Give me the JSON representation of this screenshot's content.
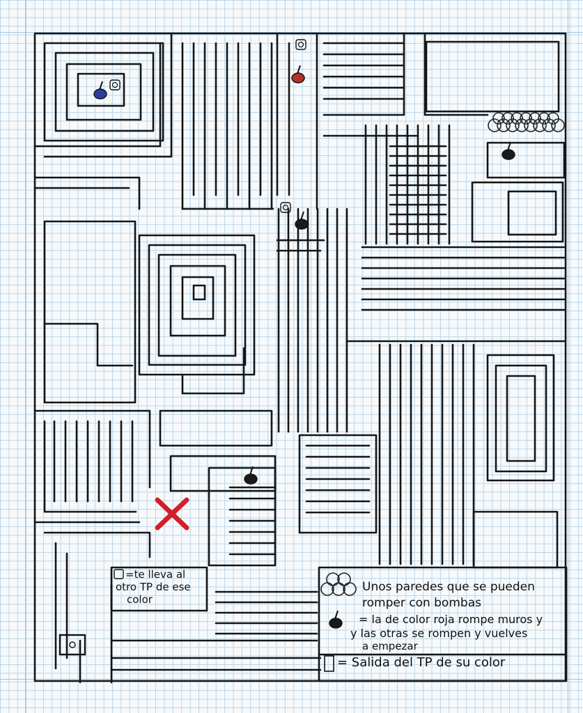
{
  "maze": {
    "colors": {
      "ink": "#151515",
      "blue_bomb": "#2a3fa0",
      "red_bomb": "#b2322a",
      "black_bomb": "#1a1a1a",
      "target_x": "#d21f2a"
    },
    "portal_note": {
      "line1": "=te lleva al",
      "line2": "otro TP de ese",
      "line3": "color"
    },
    "legend": {
      "breakable_walls_line1": "Unos paredes que se pueden",
      "breakable_walls_line2": "romper con bombas",
      "bomb_line1": "= la de color roja rompe muros y",
      "bomb_line2": "y las otras se rompen y vuelves",
      "bomb_line3": "a empezar",
      "exit_line": "= Salida del TP de su color"
    },
    "icons": [
      "portal-icon",
      "bomb-icon",
      "breakable-wall-icon",
      "target-x-icon",
      "exit-icon"
    ]
  }
}
